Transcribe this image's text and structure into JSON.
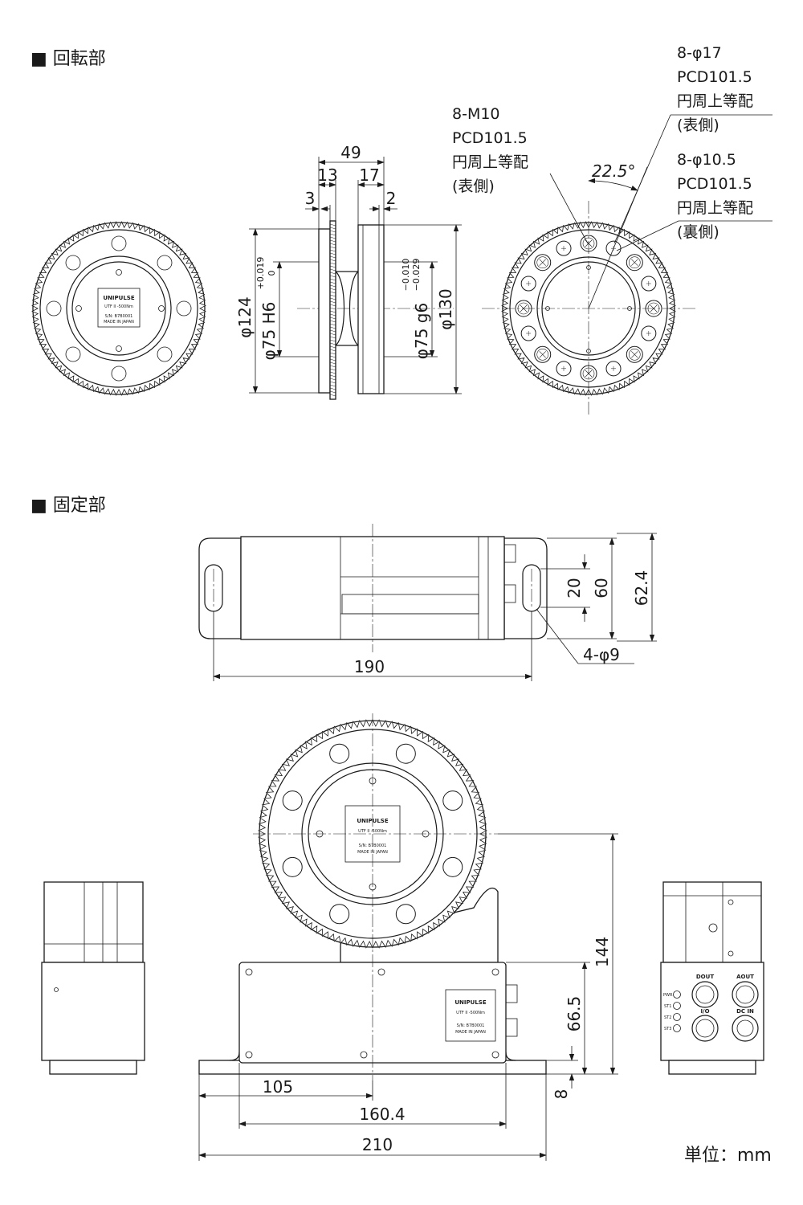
{
  "sections": {
    "rotating": "■ 回転部",
    "fixed": "■ 固定部"
  },
  "unit_label": "単位：mm",
  "dims": {
    "w49": "49",
    "w13": "13",
    "w17": "17",
    "w3": "3",
    "w2": "2",
    "d124": "φ124",
    "d75h6": "φ75 H6",
    "tol_h6_top": "+0.019",
    "tol_h6_bot": "0",
    "d75g6": "φ75 g6",
    "tol_g6_top": "−0.010",
    "tol_g6_bot": "−0.029",
    "d130": "φ130",
    "angle": "22.5°",
    "h20": "20",
    "h60": "60",
    "h62_4": "62.4",
    "w190": "190",
    "hole4": "4-φ9",
    "h144": "144",
    "h66_5": "66.5",
    "h8": "8",
    "w105": "105",
    "w160_4": "160.4",
    "w210": "210"
  },
  "notes": {
    "m10": [
      "8-M10",
      "PCD101.5",
      "円周上等配",
      "(表側)"
    ],
    "phi17": [
      "8-φ17",
      "PCD101.5",
      "円周上等配",
      "(表側)"
    ],
    "phi10_5": [
      "8-φ10.5",
      "PCD101.5",
      "円周上等配",
      "(裏側)"
    ]
  },
  "nameplate": {
    "brand": "UNIPULSE",
    "model": "UTF II -500Nm",
    "serial": "S/N: B7B0001",
    "origin": "MADE IN JAPAN"
  },
  "connectors": {
    "dout": "DOUT",
    "aout": "AOUT",
    "io": "I/O",
    "dcin": "DC IN",
    "led_pwr": "PWR",
    "led_st1": "ST1",
    "led_st2": "ST2",
    "led_st3": "ST3"
  }
}
